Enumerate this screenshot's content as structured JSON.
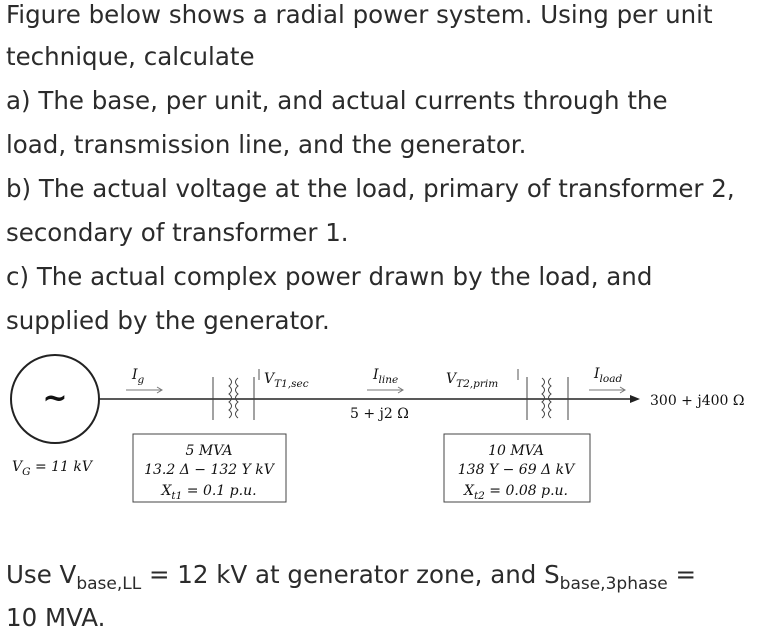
{
  "problem": {
    "line1": "Figure below shows a radial power system. Using per unit",
    "line2": "technique, calculate",
    "part_a_1": "a) The base, per unit, and actual currents through the",
    "part_a_2": "load, transmission line, and the generator.",
    "part_b_1": "b) The actual voltage at the load, primary of transformer 2,",
    "part_b_2": "secondary of transformer 1.",
    "part_c_1": "c) The actual complex power drawn by the load, and",
    "part_c_2": "supplied by the generator."
  },
  "footer": {
    "use_v": "Use V",
    "v_sub": "base,LL",
    "mid": " = 12 kV at generator zone, and S",
    "s_sub": "base,3phase",
    "eq": " =",
    "line2": "10 MVA."
  },
  "diagram": {
    "generator_symbol": "~",
    "generator_voltage": "V",
    "generator_voltage_sub": "G",
    "generator_voltage_val": " = 11 kV",
    "ig_label": "I",
    "ig_sub": "g",
    "vt1_label": "V",
    "vt1_sub": "T1,sec",
    "iline_label": "I",
    "iline_sub": "line",
    "line_impedance": "5 + j2 Ω",
    "vt2_label": "V",
    "vt2_sub": "T2,prim",
    "iload_label": "I",
    "iload_sub": "load",
    "load_impedance": "300 + j400 Ω",
    "t1": {
      "rating": "5 MVA",
      "voltage": "13.2 Δ  − 132 Y kV",
      "reactance": "X",
      "reactance_sub": "t1",
      "reactance_val": " = 0.1 p.u."
    },
    "t2": {
      "rating": "10 MVA",
      "voltage": "138 Y  − 69 Δ kV",
      "reactance": "X",
      "reactance_sub": "t2",
      "reactance_val": " = 0.08 p.u."
    }
  }
}
